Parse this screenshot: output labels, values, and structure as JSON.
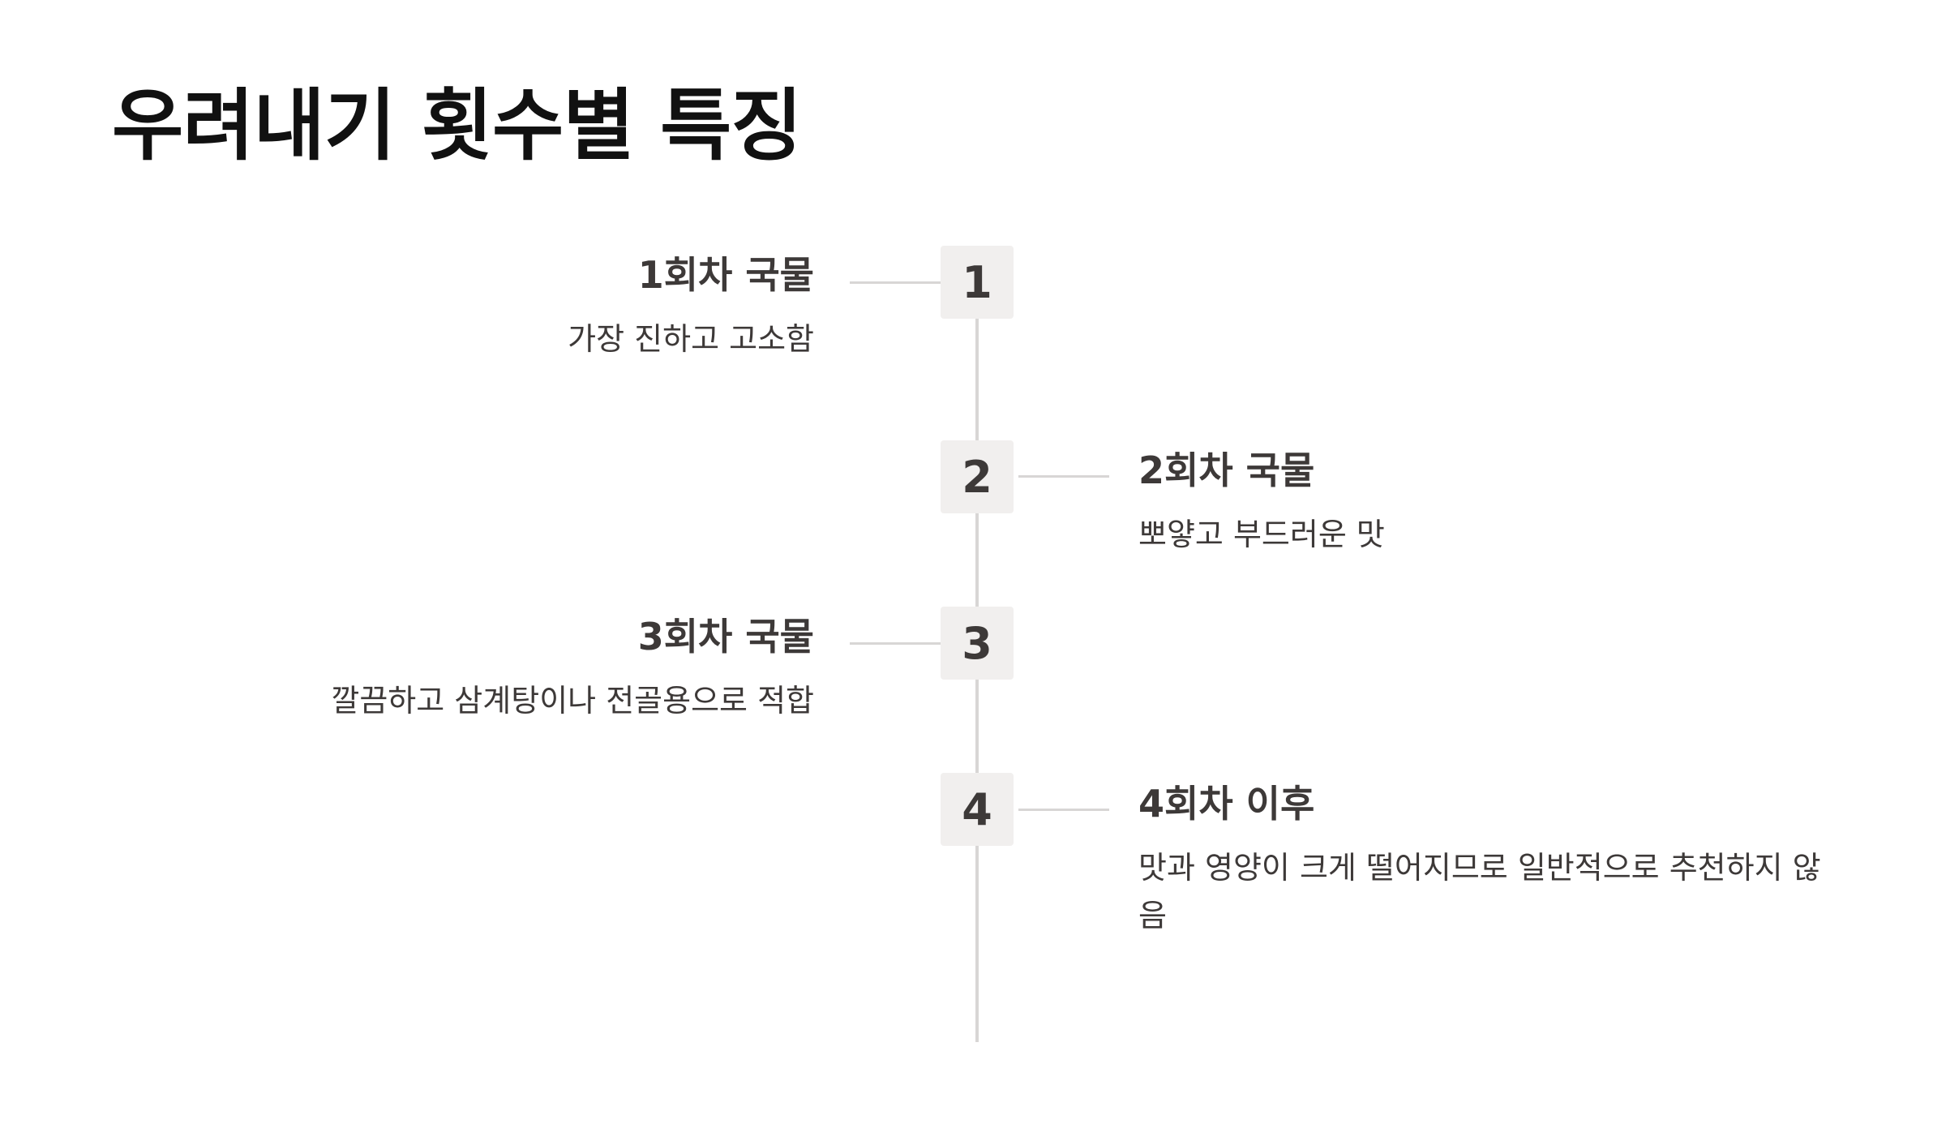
{
  "title": "우려내기 횟수별 특징",
  "items": [
    {
      "number": "1",
      "title": "1회차 국물",
      "description": "가장 진하고 고소함"
    },
    {
      "number": "2",
      "title": "2회차 국물",
      "description": "뽀얗고 부드러운 맛"
    },
    {
      "number": "3",
      "title": "3회차 국물",
      "description": "깔끔하고 삼계탕이나 전골용으로 적합"
    },
    {
      "number": "4",
      "title": "4회차 이후",
      "description": "맛과 영양이 크게 떨어지므로 일반적으로 추천하지 않음"
    }
  ],
  "colors": {
    "line": "#d8d6d5",
    "box": "#f1efee",
    "text": "#3d3938",
    "title": "#111111"
  }
}
